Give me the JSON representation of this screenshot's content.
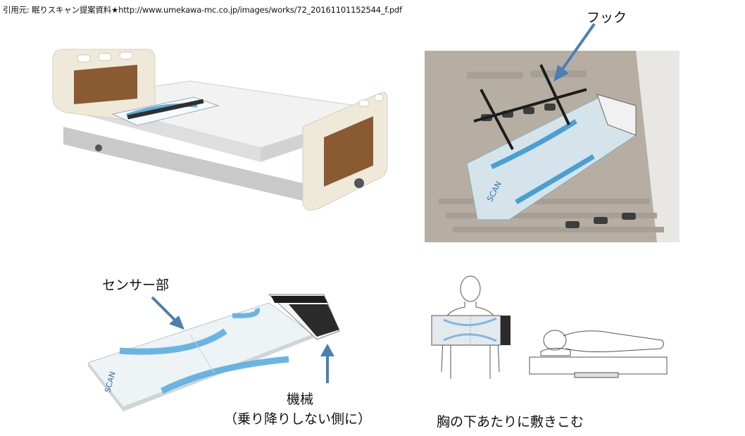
{
  "citation": "引用元: 眠りスキャン提案資料★http://www.umekawa-mc.co.jp/images/works/72_20161101152544_f.pdf",
  "labels": {
    "hook": "フック",
    "sensor": "センサー部",
    "machine": "機械",
    "machine_note": "（乗り降りしない側に）",
    "placement": "胸の下あたりに敷きこむ"
  },
  "product_logo": "SCAN",
  "colors": {
    "arrow": "#4a7fb5",
    "mat_blue": "#5aaee0",
    "wood": "#8a5a32",
    "bed_frame": "#ece6d6",
    "photo_bg": "#b7aea3"
  }
}
